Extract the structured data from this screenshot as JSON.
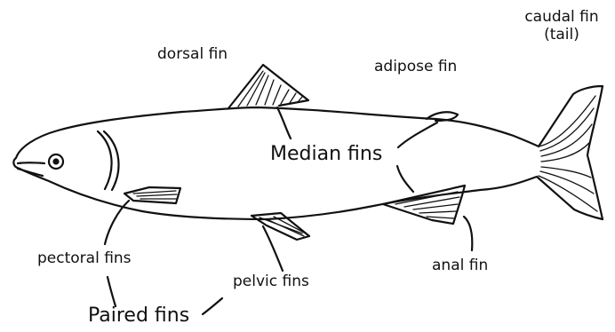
{
  "labels": {
    "dorsal_fin": "dorsal fin",
    "adipose_fin": "adipose fin",
    "caudal_fin_line1": "caudal fin",
    "caudal_fin_line2": "(tail)",
    "median_fins": "Median fins",
    "pectoral_fins": "pectoral fins",
    "pelvic_fins": "pelvic fins",
    "anal_fin": "anal fin",
    "paired_fins": "Paired fins"
  },
  "colors": {
    "ink": "#111111",
    "background": "#ffffff"
  }
}
